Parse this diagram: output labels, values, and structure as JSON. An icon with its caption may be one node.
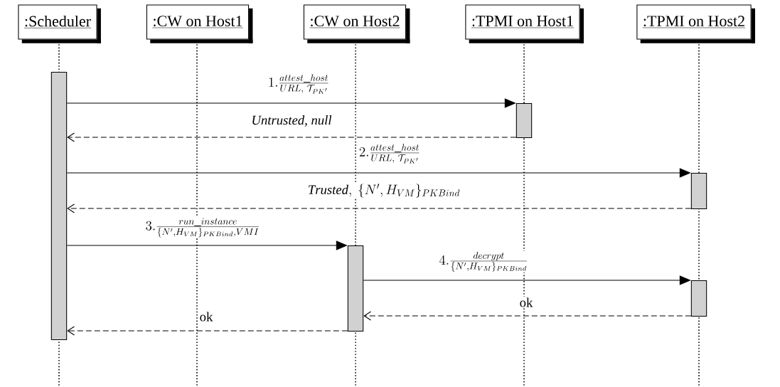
{
  "diagram": {
    "nodes": [
      {
        "text": [
          ":Scheduler"
        ]
      },
      {
        "text": [
          ":CW on Host1"
        ]
      },
      {
        "text": [
          ":CW on Host2"
        ]
      },
      {
        "text": [
          ":TPMI on Host1"
        ]
      },
      {
        "text": [
          ":TPMI on Host2"
        ]
      },
      {
        "text": [],
        "shape": "bar"
      },
      {
        "text": [],
        "shape": "bar"
      },
      {
        "text": [],
        "shape": "bar"
      },
      {
        "text": [],
        "shape": "bar"
      },
      {
        "text": [],
        "shape": "bar"
      }
    ],
    "edges": [
      {
        "from": 5,
        "to": 6,
        "arrow": "to",
        "label": "1.\\frac{attest\\_host}{URL,\\ \\mathcal{T}_{PK'}}"
      },
      {
        "from": 6,
        "to": 5,
        "arrow": "to",
        "style": "dashed",
        "label": "Untrusted, null"
      },
      {
        "from": 5,
        "to": 7,
        "arrow": "to",
        "label": "2.\\frac{attest\\_host}{URL,\\ \\mathcal{T}_{PK'}}"
      },
      {
        "from": 7,
        "to": 5,
        "arrow": "to",
        "style": "dashed",
        "label": "\\mathit{Trusted},\\ \\{N',H_{VM}\\}_{PKBind}"
      },
      {
        "from": 5,
        "to": 8,
        "arrow": "to",
        "label": "3.\\frac{run\\_instance}{\\{N',H_{VM}\\}_{PKBind},VMI}"
      },
      {
        "from": 8,
        "to": 9,
        "arrow": "to",
        "label": "4.\\frac{decrypt}{\\{N',H_{VM}\\}_{PKBind}}"
      },
      {
        "from": 9,
        "to": 8,
        "arrow": "to",
        "style": "dashed",
        "label": "ok"
      },
      {
        "from": 8,
        "to": 5,
        "arrow": "to",
        "style": "dashed",
        "label": "ok"
      }
    ]
  }
}
